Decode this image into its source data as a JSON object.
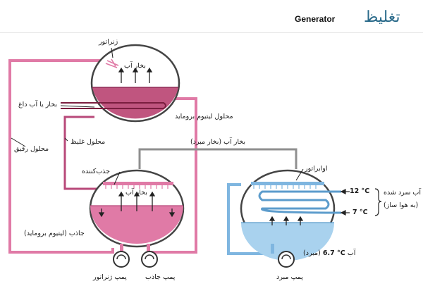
{
  "header": {
    "title": "Generator",
    "title_rtl": "تغليظ"
  },
  "labels": {
    "generator": "ژنراتور",
    "vapor_top": "بخار آب",
    "steam_or_hot_water": "بخار یا آب داغ",
    "libr_solution": "محلول لیتیوم بروماید",
    "concentrated_solution": "محلول غلیظ",
    "dilute_solution": "محلول رقیق",
    "refrigerant_vapor": "بخار آب (بخار مبرد)",
    "absorber_label": "جذب‌کننده",
    "vapor_absorber": "بخار آب",
    "absorbent": "جاذب (لیتیوم بروماید)",
    "evaporator": "اوابراتور",
    "chilled_water_l1": "آب سرد شده",
    "chilled_water_l2": "(به هوا ساز)",
    "temp_in": "12 °C",
    "temp_out": "7 °C",
    "refrigerant_water_prefix": "آب",
    "refrigerant_water_temp": "6.7 °C",
    "refrigerant_water_suffix": "(مبرد)",
    "generator_pump": "پمپ ژنراتور",
    "absorber_pump": "پمپ جاذب",
    "refrigerant_pump": "پمپ مبرد"
  },
  "colors": {
    "pink": "#e07aa6",
    "pink_fill": "#e57fb0",
    "dark_pink": "#b8497a",
    "light_blue": "#a9d2ee",
    "blue_line": "#7fb6e0",
    "grey": "#8f8f8f"
  }
}
